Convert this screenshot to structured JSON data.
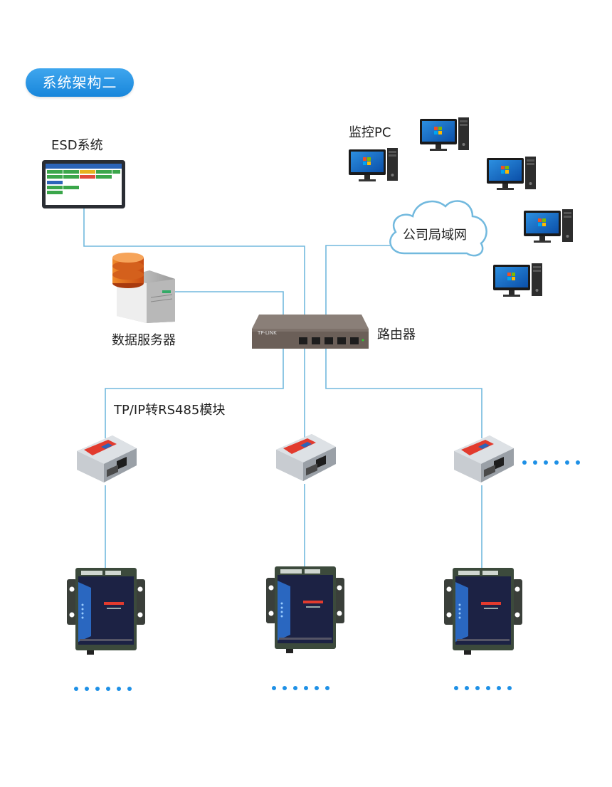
{
  "header": {
    "title": "系统架构二"
  },
  "nodes": {
    "esd": "ESD系统",
    "monitor_pc": "监控PC",
    "lan": "公司局域网",
    "server": "数据服务器",
    "router": "路由器",
    "converter": "TP/IP转RS485模块"
  },
  "colors": {
    "line": "#72b9de",
    "badge": "#1886db",
    "dots": "#1e90e6"
  },
  "icons": [
    "tablet-icon",
    "monitor-pc-icon",
    "cloud-icon",
    "database-server-icon",
    "router-icon",
    "converter-module-icon",
    "esd-controller-icon",
    "ellipsis-dots"
  ]
}
